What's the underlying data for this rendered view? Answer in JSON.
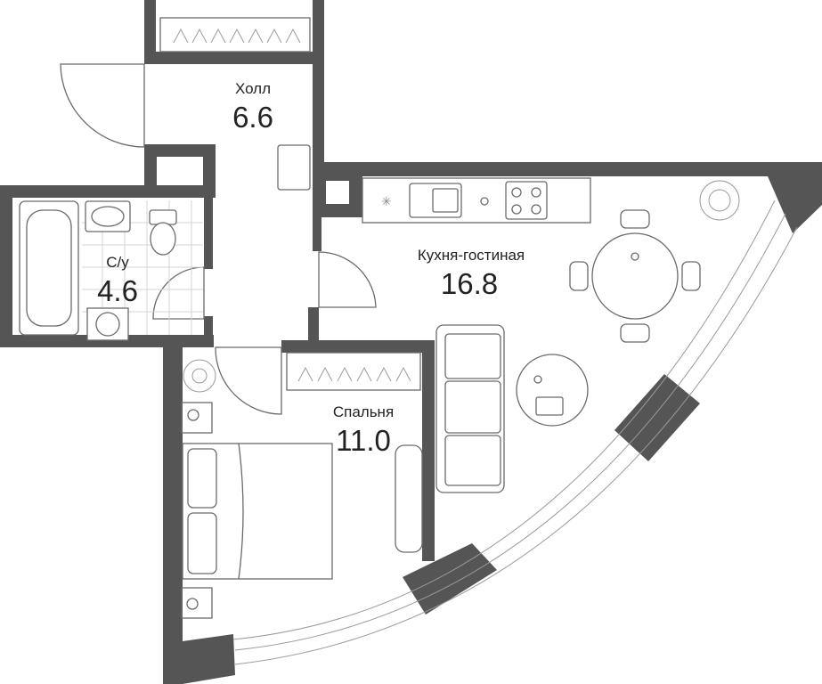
{
  "plan": {
    "rooms": [
      {
        "id": "hall",
        "name": "Холл",
        "area": "6.6"
      },
      {
        "id": "bathroom",
        "name": "С/у",
        "area": "4.6"
      },
      {
        "id": "kitchen-living",
        "name": "Кухня-гостиная",
        "area": "16.8"
      },
      {
        "id": "bedroom",
        "name": "Спальня",
        "area": "11.0"
      }
    ],
    "colors": {
      "walls": "#555555",
      "furniture": "#6a6a6a",
      "background": "#ffffff"
    }
  }
}
